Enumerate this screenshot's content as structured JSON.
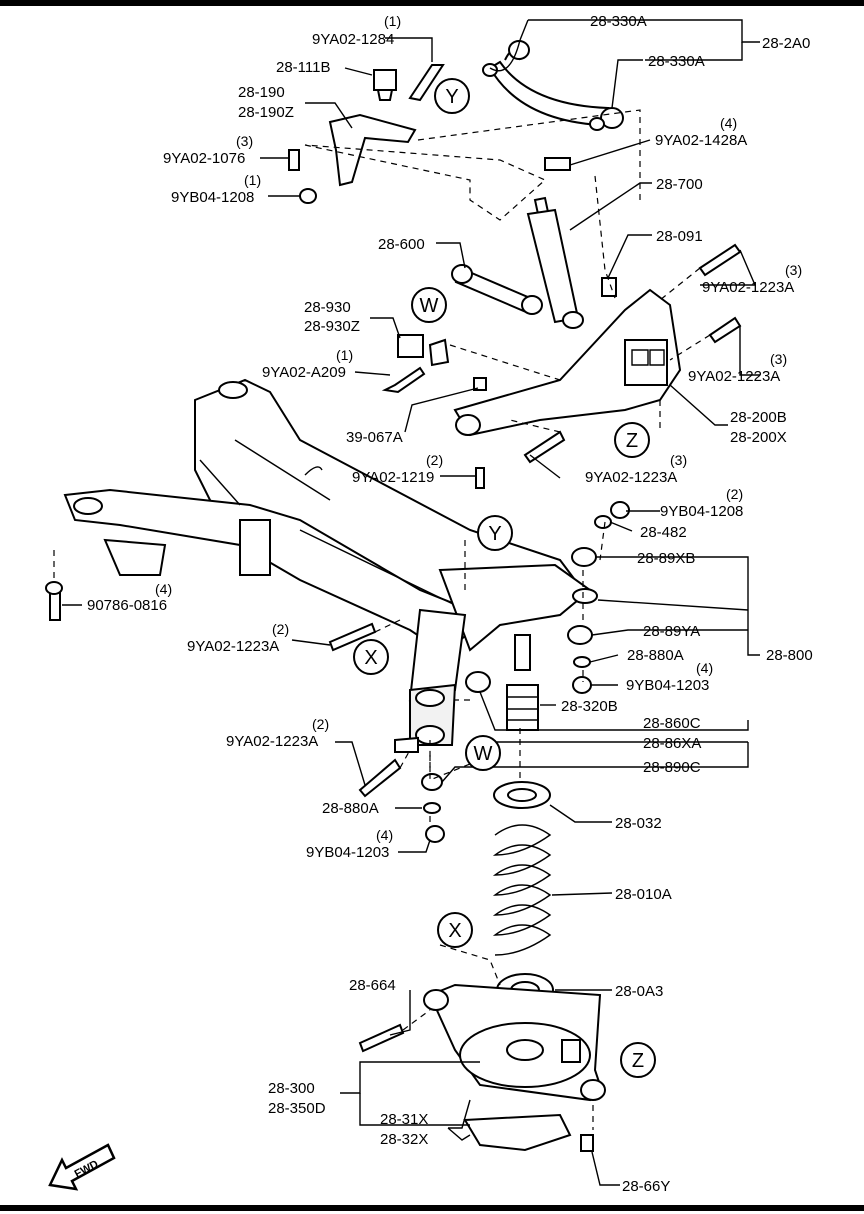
{
  "callouts": {
    "c_9YA02_1284": "9YA02-1284",
    "q_9YA02_1284": "(1)",
    "c_28_111B": "28-111B",
    "c_28_190": "28-190",
    "c_28_190Z": "28-190Z",
    "c_9YA02_1076": "9YA02-1076",
    "q_9YA02_1076": "(3)",
    "c_9YB04_1208_top": "9YB04-1208",
    "q_9YB04_1208_top": "(1)",
    "c_28_330A_1": "28-330A",
    "c_28_330A_2": "28-330A",
    "c_28_2A0": "28-2A0",
    "c_9YA02_1428A": "9YA02-1428A",
    "q_9YA02_1428A": "(4)",
    "c_28_700": "28-700",
    "c_28_091": "28-091",
    "c_28_600": "28-600",
    "c_9YA02_1223A_r1": "9YA02-1223A",
    "q_9YA02_1223A_r1": "(3)",
    "c_28_930": "28-930",
    "c_28_930Z": "28-930Z",
    "c_9YA02_1223A_r2": "9YA02-1223A",
    "q_9YA02_1223A_r2": "(3)",
    "c_9YA02_A209": "9YA02-A209",
    "q_9YA02_A209": "(1)",
    "c_28_200B": "28-200B",
    "c_28_200X": "28-200X",
    "c_39_067A": "39-067A",
    "c_9YA02_1219": "9YA02-1219",
    "q_9YA02_1219": "(2)",
    "c_9YA02_1223A_r3": "9YA02-1223A",
    "q_9YA02_1223A_r3": "(3)",
    "c_9YB04_1208_mid": "9YB04-1208",
    "q_9YB04_1208_mid": "(2)",
    "c_28_482": "28-482",
    "c_28_89XB": "28-89XB",
    "c_28_89YA": "28-89YA",
    "c_28_880A_r": "28-880A",
    "c_9YB04_1203_r": "9YB04-1203",
    "q_9YB04_1203_r": "(4)",
    "c_28_800": "28-800",
    "c_28_320B": "28-320B",
    "c_28_860C": "28-860C",
    "c_28_86XA": "28-86XA",
    "c_28_890C": "28-890C",
    "c_90786_0816": "90786-0816",
    "q_90786_0816": "(4)",
    "c_9YA02_1223A_l1": "9YA02-1223A",
    "q_9YA02_1223A_l1": "(2)",
    "c_9YA02_1223A_l2": "9YA02-1223A",
    "q_9YA02_1223A_l2": "(2)",
    "c_28_880A_l": "28-880A",
    "c_9YB04_1203_l": "9YB04-1203",
    "q_9YB04_1203_l": "(4)",
    "c_28_032": "28-032",
    "c_28_010A": "28-010A",
    "c_28_0A3": "28-0A3",
    "c_28_664": "28-664",
    "c_28_300": "28-300",
    "c_28_350D": "28-350D",
    "c_28_31X": "28-31X",
    "c_28_32X": "28-32X",
    "c_28_66Y": "28-66Y"
  },
  "reference_markers": {
    "y_top": "Y",
    "w_top": "W",
    "z_top": "Z",
    "y_mid": "Y",
    "x_mid": "X",
    "w_mid": "W",
    "x_low": "X",
    "z_low": "Z"
  },
  "fwd_arrow": "FWD"
}
